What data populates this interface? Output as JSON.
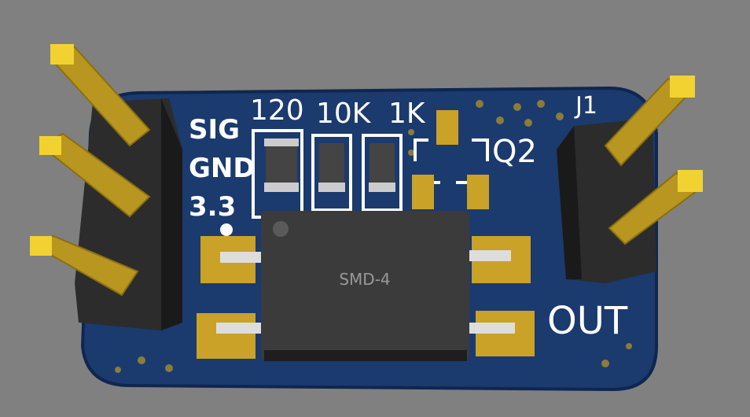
{
  "board": {
    "colors": {
      "background": "#808080",
      "soldermask": "#1b3a6e",
      "pad": "#c9a227",
      "silk": "#ffffff",
      "header": "#2c2c2c",
      "pin": "#c9a227"
    },
    "left_labels": {
      "sig": "SIG",
      "gnd": "GND",
      "v33": "3.3"
    },
    "resistor_labels": {
      "r1": "120",
      "r2": "10K",
      "r3": "1K"
    },
    "q2_label": "Q2",
    "j1_label": "J1",
    "out_label": "OUT",
    "ic_label": "SMD-4"
  }
}
